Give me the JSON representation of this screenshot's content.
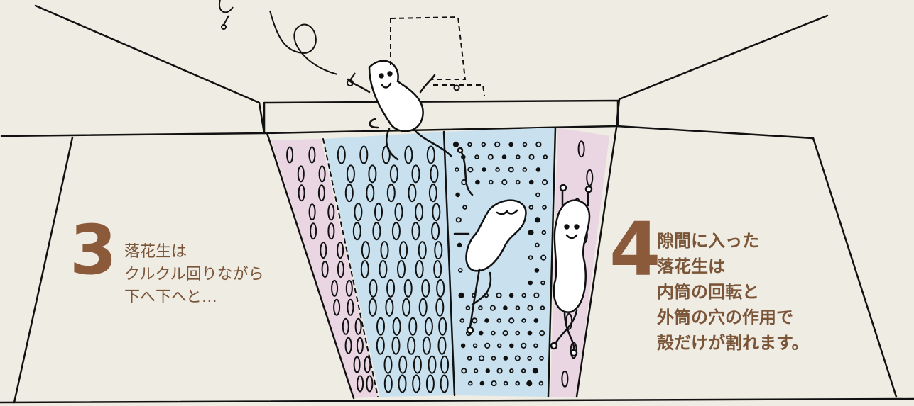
{
  "step3": {
    "number": "3",
    "lines": [
      "落花生は",
      "クルクル回りながら",
      "下へ下へと…"
    ]
  },
  "step4": {
    "number": "4",
    "lines": [
      "隙間に入った",
      "落花生は",
      "内筒の回転と",
      "外筒の穴の作用で",
      "殻だけが割れます。"
    ]
  },
  "colors": {
    "background": "#efece3",
    "outer_cylinder_fill": "#ead6e2",
    "inner_cylinder_fill": "#c9e1ee",
    "text_brown": "#7a5538",
    "number_brown": "#8a5a3a",
    "line": "#111111"
  }
}
